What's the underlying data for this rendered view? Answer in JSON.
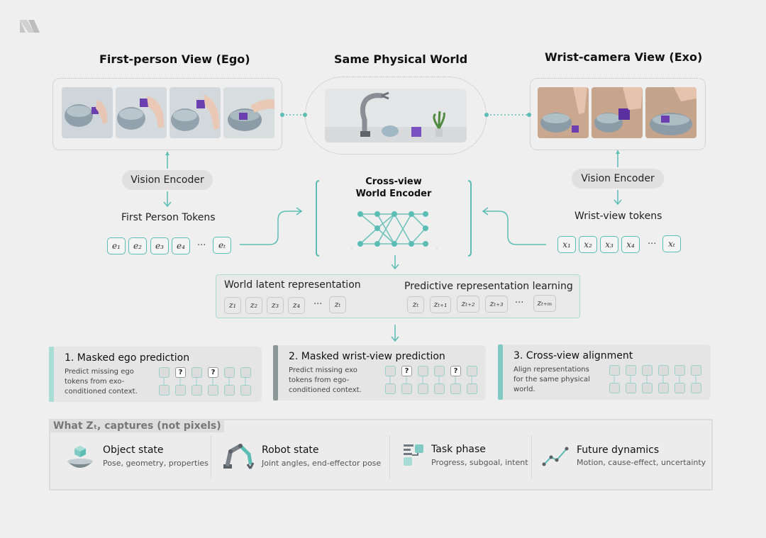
{
  "headers": {
    "ego": "First-person View (Ego)",
    "world": "Same Physical World",
    "exo": "Wrist-camera View (Exo)"
  },
  "ego_branch": {
    "encoder": "Vision Encoder",
    "tokens_label": "First Person Tokens",
    "tokens": [
      "e₁",
      "e₂",
      "e₃",
      "e₄",
      "eₜ"
    ],
    "ellipsis": "···"
  },
  "exo_branch": {
    "encoder": "Vision Encoder",
    "tokens_label": "Wrist-view tokens",
    "tokens": [
      "x₁",
      "x₂",
      "x₃",
      "x₄",
      "xₜ"
    ],
    "ellipsis": "···"
  },
  "cross_encoder": {
    "line1": "Cross-view",
    "line2": "World Encoder"
  },
  "latent": {
    "label": "World latent representation",
    "tokens": [
      "z₁",
      "z₂",
      "z₃",
      "z₄",
      "zₜ"
    ],
    "ellipsis": "···",
    "pred_label": "Predictive representation learning",
    "pred_tokens": [
      "zₜ",
      "zₜ₊₁",
      "zₜ₊₂",
      "zₜ₊₃",
      "zₜ₊ₘ"
    ]
  },
  "tasks": [
    {
      "title": "1. Masked ego prediction",
      "desc": "Predict missing ego tokens from exo-conditioned context.",
      "accent": "#a8dcd6"
    },
    {
      "title": "2. Masked wrist-view prediction",
      "desc": "Predict missing exo tokens from ego-conditioned context.",
      "accent": "#8b9896"
    },
    {
      "title": "3. Cross-view alignment",
      "desc": "Align representations for the same physical world.",
      "accent": "#7fcbc3"
    }
  ],
  "captures": {
    "title": "What Zₜ, captures  (not pixels)",
    "items": [
      {
        "title": "Object state",
        "desc": "Pose, geometry, properties",
        "icon": "cube-bowl-icon"
      },
      {
        "title": "Robot state",
        "desc": "Joint angles, end-effector pose",
        "icon": "robot-arm-icon"
      },
      {
        "title": "Task phase",
        "desc": "Progress, subgoal, intent",
        "icon": "task-phase-icon"
      },
      {
        "title": "Future dynamics",
        "desc": "Motion, cause-effect, uncertainty",
        "icon": "trend-line-icon"
      }
    ]
  },
  "colors": {
    "accent": "#5bbdb4",
    "background": "#efefef",
    "card": "#e5e5e5"
  }
}
